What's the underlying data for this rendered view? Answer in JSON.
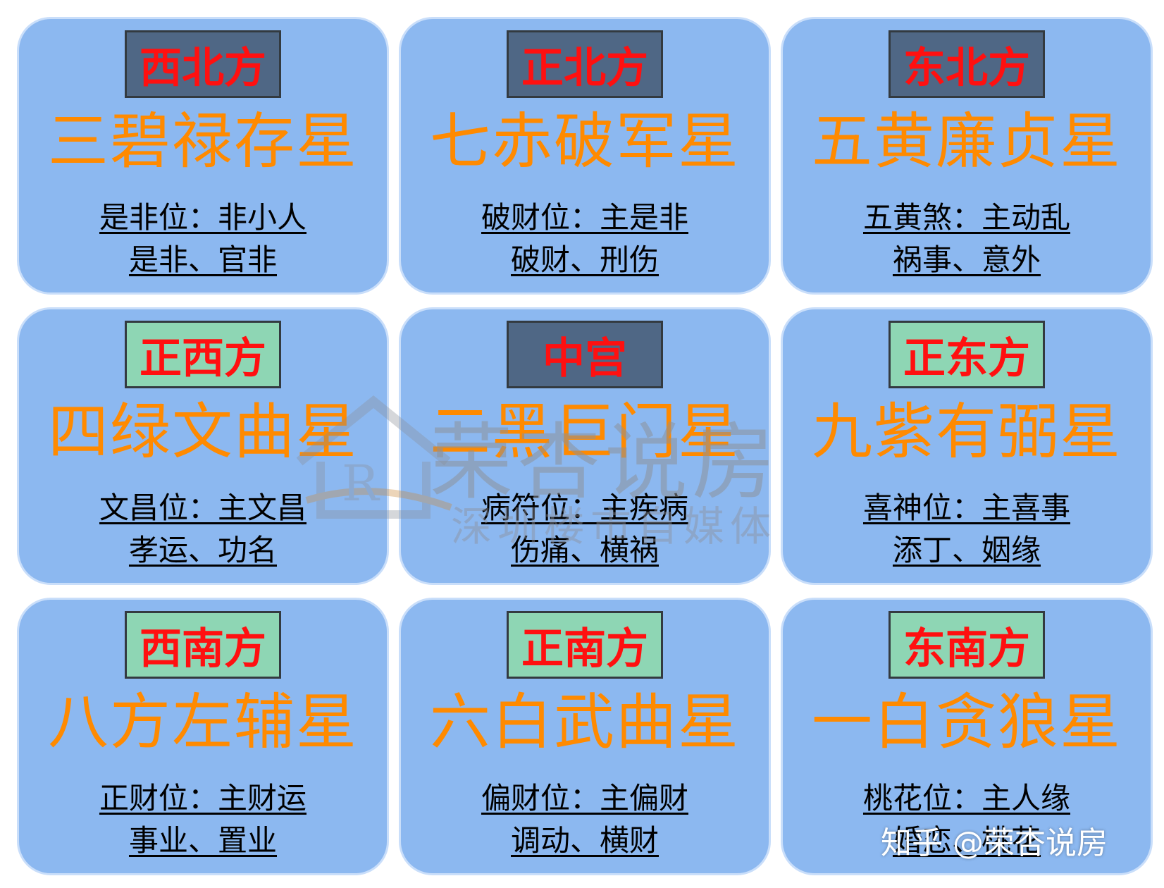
{
  "cells": [
    {
      "direction": "西北方",
      "star": "三碧禄存星",
      "line1": "是非位：非小人",
      "line2": "是非、官非",
      "badge_style": "dark"
    },
    {
      "direction": "正北方",
      "star": "七赤破军星",
      "line1": "破财位：主是非",
      "line2": "破财、刑伤",
      "badge_style": "dark"
    },
    {
      "direction": "东北方",
      "star": "五黄廉贞星",
      "line1": "五黄煞：主动乱",
      "line2": "祸事、意外",
      "badge_style": "dark"
    },
    {
      "direction": "正西方",
      "star": "四绿文曲星",
      "line1": "文昌位：主文昌",
      "line2": "孝运、功名",
      "badge_style": "light"
    },
    {
      "direction": "中宫",
      "star": "二黑巨门星",
      "line1": "病符位：主疾病",
      "line2": "伤痛、横祸",
      "badge_style": "dark"
    },
    {
      "direction": "正东方",
      "star": "九紫有弼星",
      "line1": "喜神位：主喜事",
      "line2": "添丁、姻缘",
      "badge_style": "light"
    },
    {
      "direction": "西南方",
      "star": "八方左辅星",
      "line1": "正财位：主财运",
      "line2": "事业、置业",
      "badge_style": "light"
    },
    {
      "direction": "正南方",
      "star": "六白武曲星",
      "line1": "偏财位：主偏财",
      "line2": "调动、横财",
      "badge_style": "light"
    },
    {
      "direction": "东南方",
      "star": "一白贪狼星",
      "line1": "桃花位：主人缘",
      "line2": "婚恋、桃花",
      "badge_style": "light"
    }
  ],
  "watermark": {
    "name": "荣杏说房",
    "subtitle": "深圳楼市自媒体"
  },
  "credit": "知乎 @荣杏说房",
  "colors": {
    "card_bg": "#8cb8f0",
    "badge_dark": "#4f6785",
    "badge_light": "#8ed6b4",
    "badge_text": "#ff1010",
    "star_text": "#ff8a00"
  }
}
